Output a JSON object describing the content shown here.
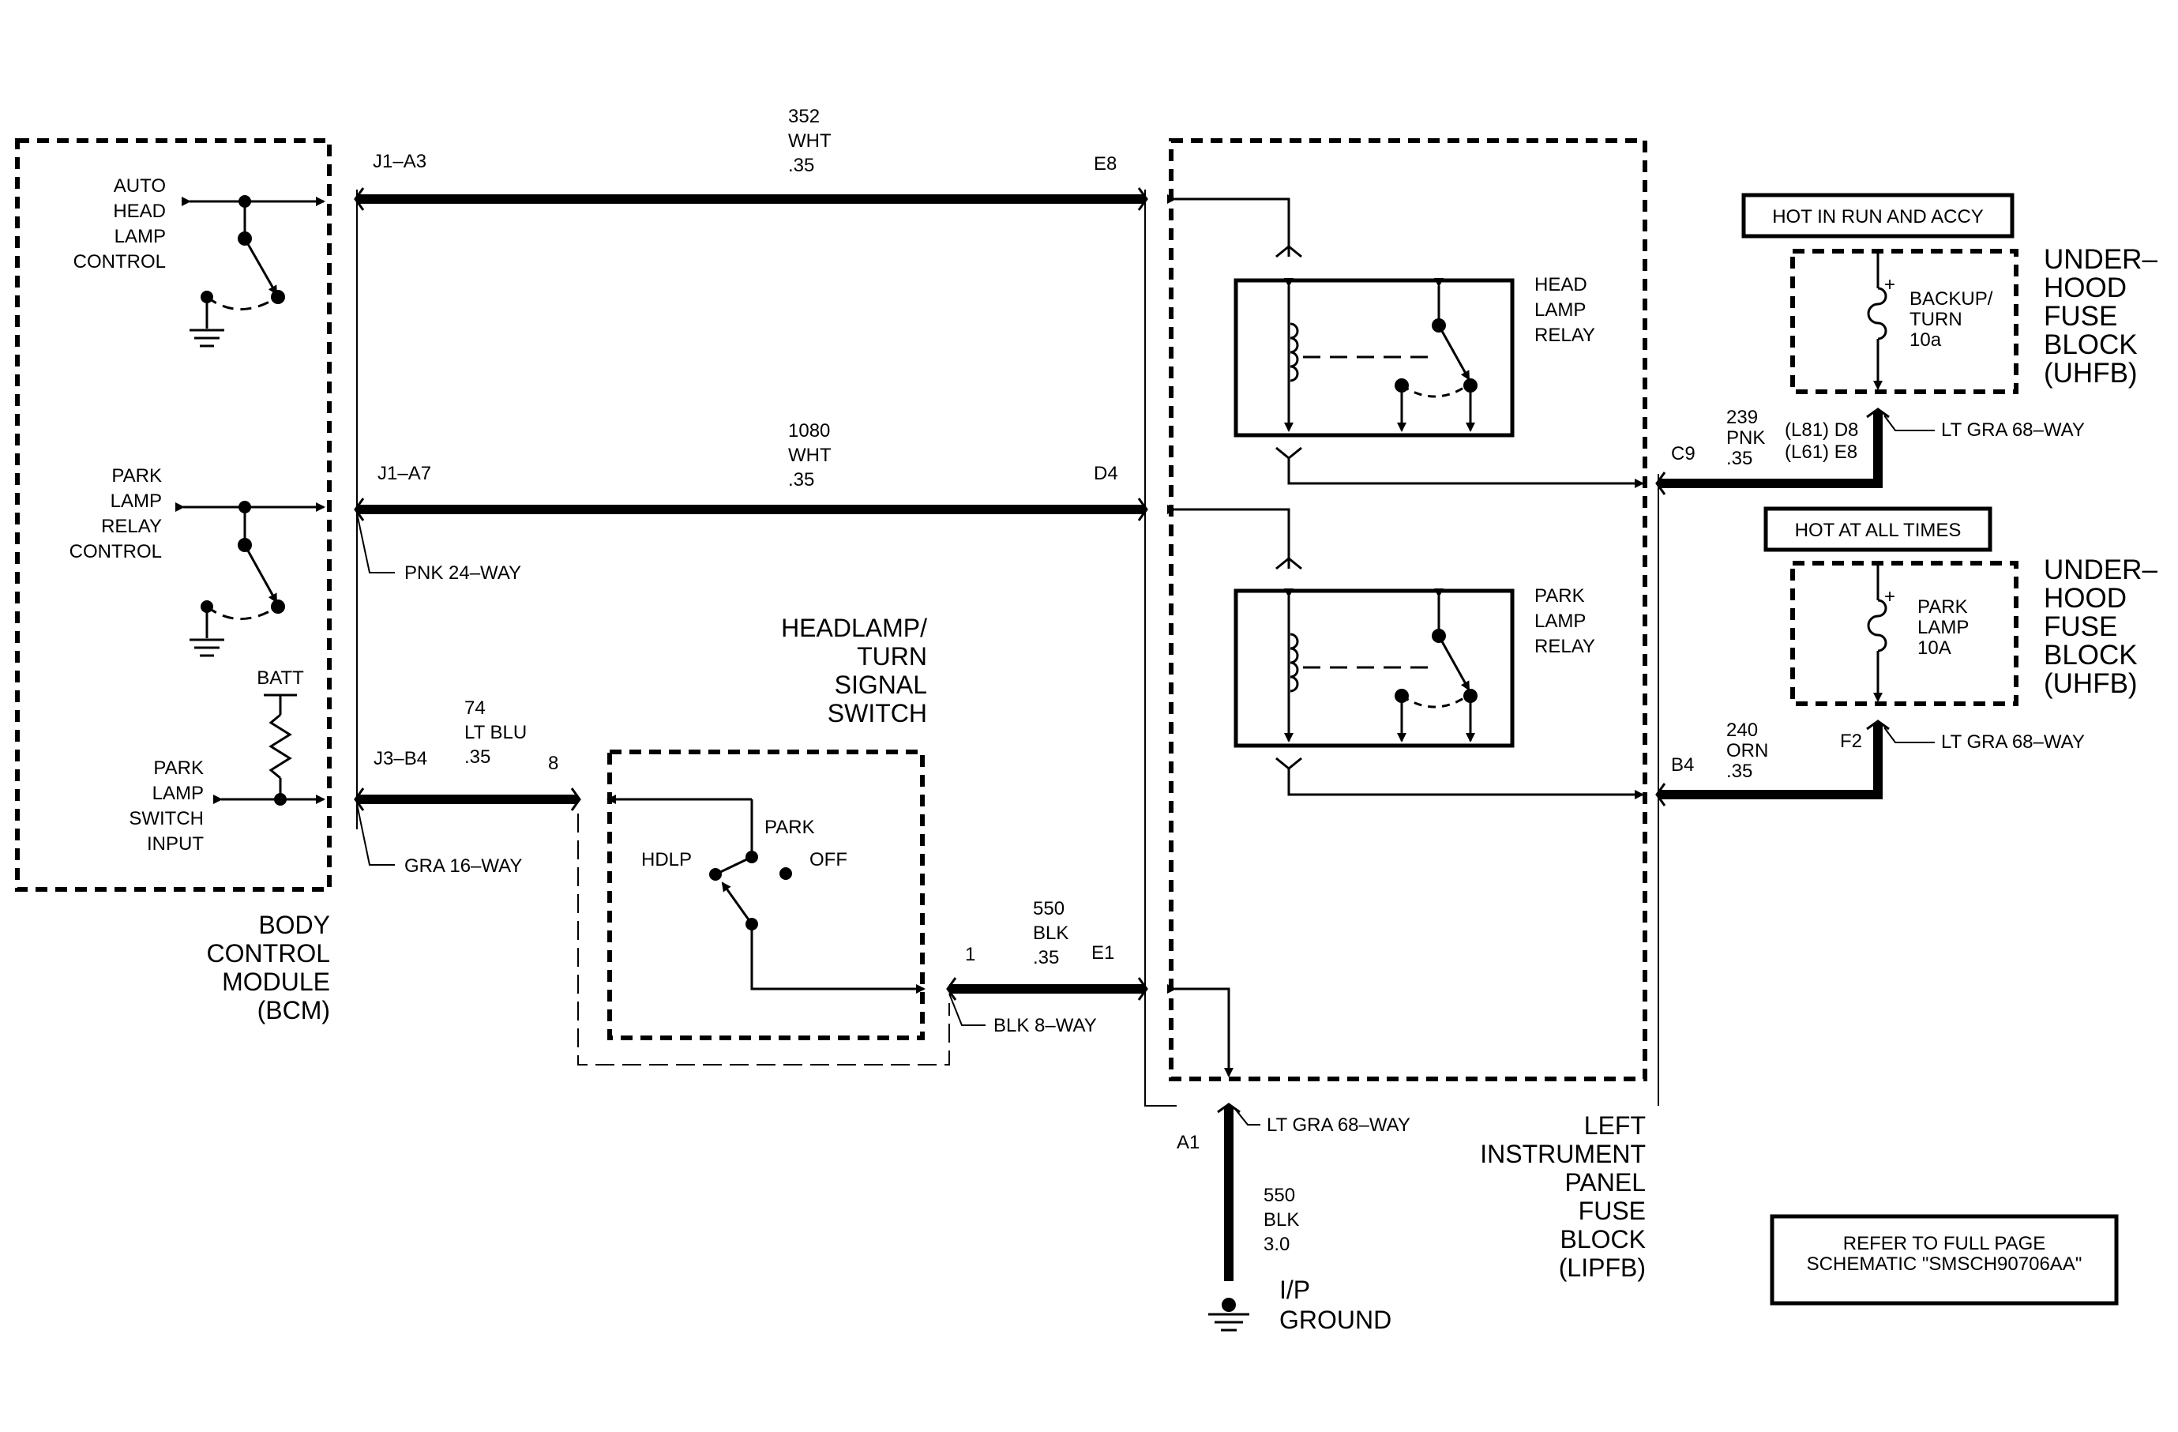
{
  "bcm": {
    "auto_head": [
      "AUTO",
      "HEAD",
      "LAMP",
      "CONTROL"
    ],
    "park_relay": [
      "PARK",
      "LAMP",
      "RELAY",
      "CONTROL"
    ],
    "batt": "BATT",
    "park_switch": [
      "PARK",
      "LAMP",
      "SWITCH",
      "INPUT"
    ],
    "title": [
      "BODY",
      "CONTROL",
      "MODULE",
      "(BCM)"
    ]
  },
  "wire1": {
    "pin": "J1–A3",
    "circuit": "352",
    "color": "WHT",
    "gauge": ".35",
    "end": "E8"
  },
  "wire2": {
    "pin": "J1–A7",
    "circuit": "1080",
    "color": "WHT",
    "gauge": ".35",
    "end": "D4",
    "connector": "PNK 24–WAY"
  },
  "wire3": {
    "pin": "J3–B4",
    "circuit": "74",
    "color": "LT BLU",
    "gauge": ".35",
    "end": "8",
    "connector": "GRA 16–WAY"
  },
  "switch": {
    "title": [
      "HEADLAMP/",
      "TURN",
      "SIGNAL",
      "SWITCH"
    ],
    "park": "PARK",
    "off": "OFF",
    "hdlp": "HDLP"
  },
  "wire4": {
    "start": "1",
    "circuit": "550",
    "color": "BLK",
    "gauge": ".35",
    "end": "E1",
    "connector": "BLK 8–WAY"
  },
  "relays": {
    "head": [
      "HEAD",
      "LAMP",
      "RELAY"
    ],
    "park": [
      "PARK",
      "LAMP",
      "RELAY"
    ]
  },
  "lipfb": {
    "title": [
      "LEFT",
      "INSTRUMENT",
      "PANEL",
      "FUSE",
      "BLOCK",
      "(LIPFB)"
    ]
  },
  "ground": {
    "pin": "A1",
    "connector": "LT GRA 68–WAY",
    "circuit": "550",
    "color": "BLK",
    "gauge": "3.0",
    "label": [
      "I/P",
      "GROUND"
    ]
  },
  "uhfb1": {
    "hot": "HOT IN RUN AND ACCY",
    "fuse": [
      "BACKUP/",
      "TURN",
      "10a"
    ],
    "title": [
      "UNDER–",
      "HOOD",
      "FUSE",
      "BLOCK",
      "(UHFB)"
    ],
    "lipfb_pin": "C9",
    "circuit": "239",
    "color": "PNK",
    "gauge": ".35",
    "pin_l81": "(L81) D8",
    "pin_l61": "(L61) E8",
    "connector": "LT GRA 68–WAY"
  },
  "uhfb2": {
    "hot": "HOT AT ALL TIMES",
    "fuse": [
      "PARK",
      "LAMP",
      "10A"
    ],
    "title": [
      "UNDER–",
      "HOOD",
      "FUSE",
      "BLOCK",
      "(UHFB)"
    ],
    "lipfb_pin": "B4",
    "circuit": "240",
    "color": "ORN",
    "gauge": ".35",
    "pin": "F2",
    "connector": "LT GRA 68–WAY"
  },
  "refer": [
    "REFER TO FULL PAGE",
    "SCHEMATIC \"SMSCH90706AA\""
  ]
}
